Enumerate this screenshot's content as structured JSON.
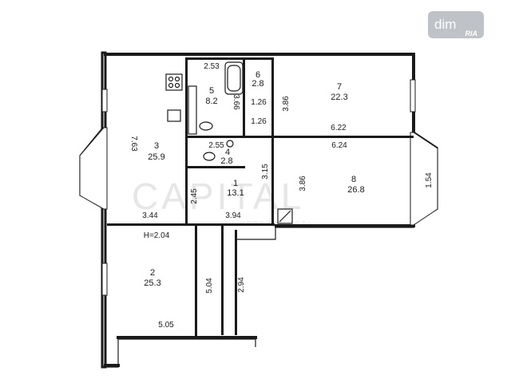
{
  "watermark": {
    "dim_text": "dim",
    "ria_text": "RIA",
    "capital_text": "CAPITAL",
    "capital_sub": "НЕРУХОМОСТІ"
  },
  "rooms": [
    {
      "id": "3",
      "area": "25.9",
      "dims": [
        "7.63",
        "3.44",
        "2.45"
      ]
    },
    {
      "id": "5",
      "area": "8.2",
      "dims": [
        "2.53",
        "3.66"
      ]
    },
    {
      "id": "6",
      "area": "2.8",
      "dims": [
        "1.26",
        "1.26"
      ]
    },
    {
      "id": "7",
      "area": "22.3",
      "dims": [
        "3.86",
        "6.22"
      ]
    },
    {
      "id": "4",
      "area": "2.8",
      "dims": [
        "2.55"
      ]
    },
    {
      "id": "1",
      "area": "13.1",
      "dims": [
        "3.94",
        "3.15"
      ]
    },
    {
      "id": "8",
      "area": "26.8",
      "dims": [
        "6.24",
        "3.86",
        "1.54"
      ]
    },
    {
      "id": "2",
      "area": "25.3",
      "dims": [
        "5.04",
        "5.05"
      ]
    }
  ],
  "labels": {
    "ceiling_height": "H=2.04",
    "corridor_len": "2.94"
  },
  "colors": {
    "wall": "#1a1a1a",
    "background": "#ffffff",
    "badge": "#bfc3c7"
  }
}
